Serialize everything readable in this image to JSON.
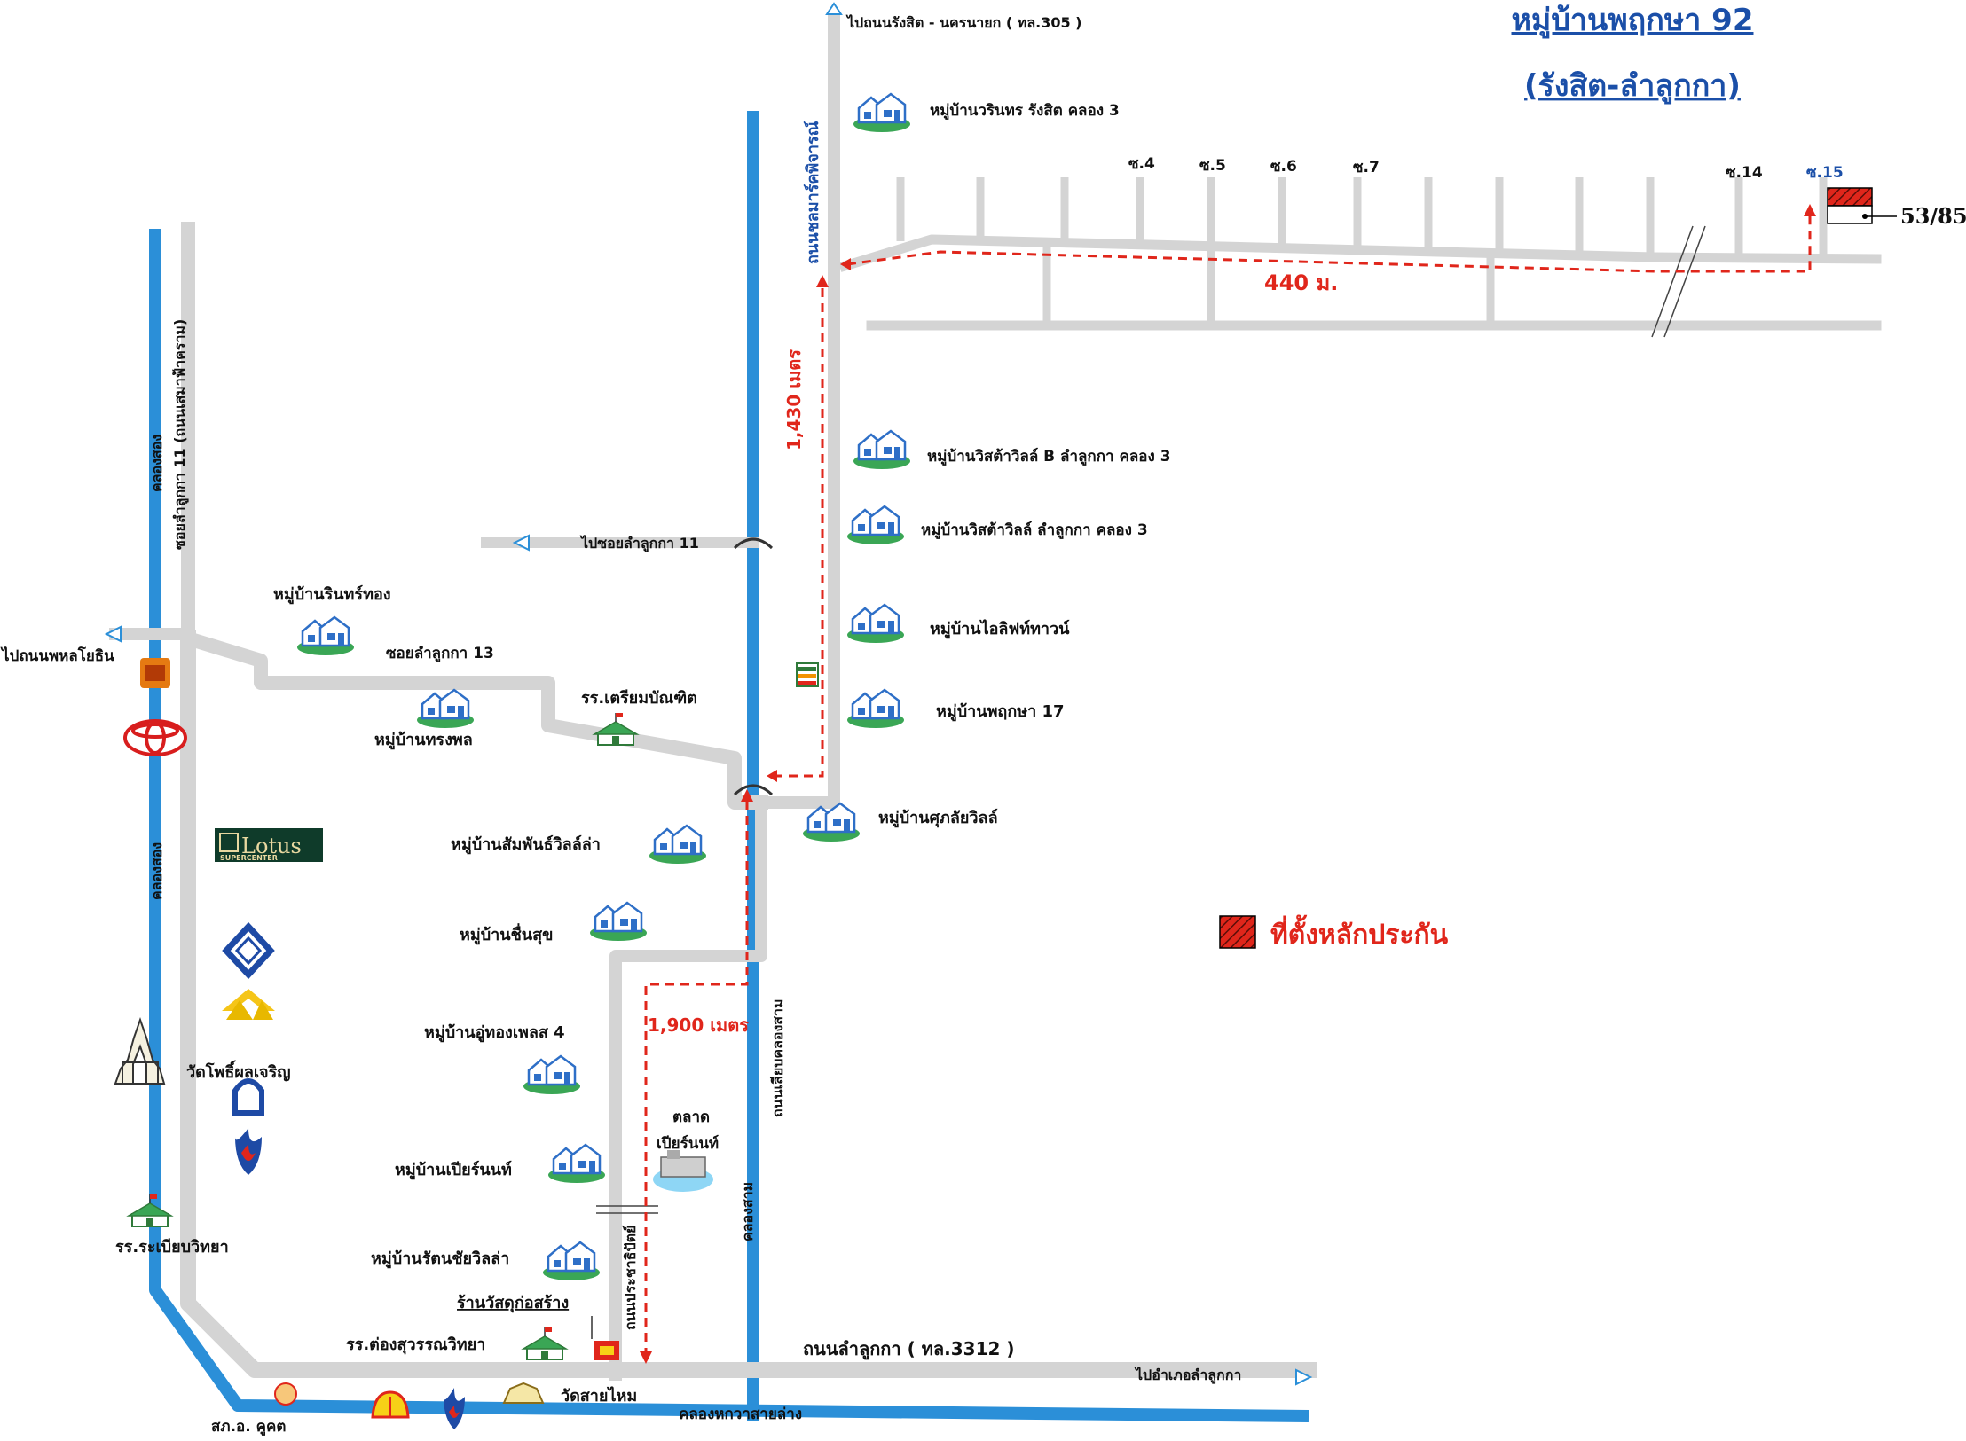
{
  "title": {
    "line1": "หมู่บ้านพฤกษา 92",
    "line2": "(รังสิต-ลำลูกกา)"
  },
  "roads": {
    "to_rangsit_nakhonnayok": "ไปถนนรังสิต - นครนายก ( ทล.305 )",
    "chalermprakiat": "ถนนชลมาร์คพิจารณ์",
    "lamlukka_road": "ถนนลำลูกกา ( ทล.3312 )",
    "to_amphoe_lamlukka": "ไปอำเภอลำลูกกา",
    "to_soi_lamlukka_11": "ไปซอยลำลูกกา 11",
    "soi_lamlukka_13": "ซอยลำลูกกา 13",
    "soi_lamlukka_11_long": "ซอยลำลูกกา 11 (ถนนเสมาฟ้าคราม)",
    "to_phahonyothin": "ไปถนนพหลโยธิน",
    "khlong_sam_side": "ถนนเลียบคลองสาม",
    "prachathipat": "ถนนประชาธิปัตย์",
    "khlong_song_upper": "คลองสอง",
    "khlong_song_lower": "คลองสอง",
    "khlong_sam": "คลองสาม",
    "khlong_hok_wa": "คลองหกวาสายล่าง"
  },
  "sois": [
    "ซ.4",
    "ซ.5",
    "ซ.6",
    "ซ.7",
    "ซ.14",
    "ซ.15"
  ],
  "plot_number": "53/85",
  "distances": {
    "d440": "440 ม.",
    "d1430": "1,430 เมตร",
    "d1900": "1,900 เมตร"
  },
  "villages": {
    "warinthorn": "หมู่บ้านวรินทร รังสิต คลอง 3",
    "vista_b": "หมู่บ้านวิสต้าวิลล์ B ลำลูกกา คลอง 3",
    "vista": "หมู่บ้านวิสต้าวิลล์  ลำลูกกา คลอง 3",
    "lifetown": "หมู่บ้านไอลิฟท์ทาวน์",
    "pruksa17": "หมู่บ้านพฤกษา 17",
    "suksawat": "หมู่บ้านศุภลัยวิลล์",
    "rinthong": "หมู่บ้านรินทร์ทอง",
    "songphon": "หมู่บ้านทรงพล",
    "samphan": "หมู่บ้านสัมพันธ์วิลล์ล่า",
    "chuensuk": "หมู่บ้านชื่นสุข",
    "uthong": "หมู่บ้านอู่ทองเพลส 4",
    "pianan": "หมู่บ้านเปียร์นนท์",
    "ratchawilla": "หมู่บ้านรัตนชัยวิลล่า"
  },
  "places": {
    "school_triam": "รร.เตรียมบัณฑิต",
    "market": "ตลาด",
    "market_name": "เปียร์นนท์",
    "wat_phothi": "วัดโพธิ์ผลเจริญ",
    "school_rabiab": "รร.ระเบียบวิทยา",
    "hardware_store": "ร้านวัสดุก่อสร้าง",
    "school_tong": "รร.ต่องสุวรรณวิทยา",
    "wat_saimai": "วัดสายไหม",
    "police": "สภ.อ. คูคต",
    "lotus_brand": "Lotus",
    "lotus_sub": "SUPERCENTER"
  },
  "legend": {
    "collateral": "ที่ตั้งหลักประกัน"
  },
  "colors": {
    "road": "#d4d4d4",
    "canal": "#2b8fd8",
    "route": "#e0261b",
    "title": "#1b4fa8",
    "village_green": "#3aa655",
    "village_blue": "#2e6fc7"
  }
}
